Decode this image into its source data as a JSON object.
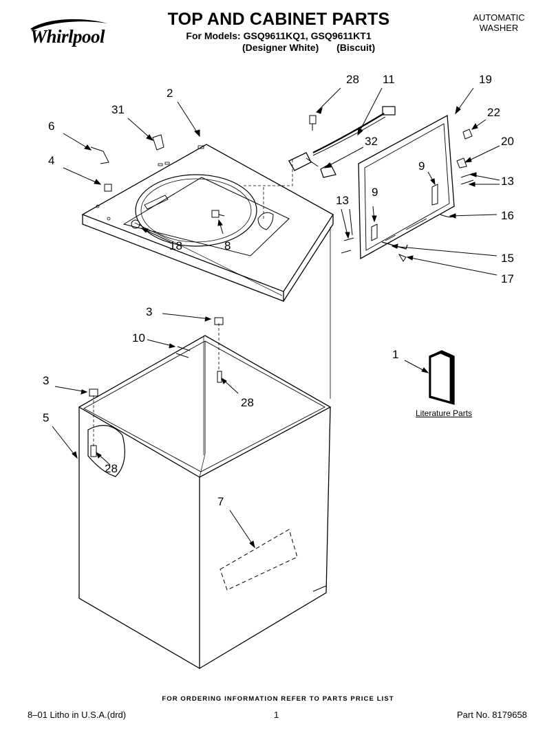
{
  "header": {
    "brand": "Whirlpool",
    "title": "TOP AND CABINET PARTS",
    "models_line": "For Models: GSQ9611KQ1, GSQ9611KT1",
    "color_1": "(Designer White)",
    "color_2": "(Biscuit)",
    "appliance_line1": "AUTOMATIC",
    "appliance_line2": "WASHER"
  },
  "callouts": {
    "c28a": "28",
    "c11": "11",
    "c19": "19",
    "c2": "2",
    "c31": "31",
    "c22": "22",
    "c6": "6",
    "c20": "20",
    "c32": "32",
    "c4": "4",
    "c9a": "9",
    "c13a": "13",
    "c9b": "9",
    "c13b": "13",
    "c16": "16",
    "c18": "18",
    "c8": "8",
    "c15": "15",
    "c17": "17",
    "c3a": "3",
    "c10": "10",
    "c1": "1",
    "c28b": "28",
    "c3b": "3",
    "c5": "5",
    "c28c": "28",
    "c7": "7"
  },
  "literature_label": "Literature Parts",
  "footer": {
    "ordering": "FOR ORDERING INFORMATION REFER TO PARTS PRICE LIST",
    "litho": "8–01 Litho in U.S.A.(drd)",
    "page": "1",
    "part_no": "Part No. 8179658"
  }
}
